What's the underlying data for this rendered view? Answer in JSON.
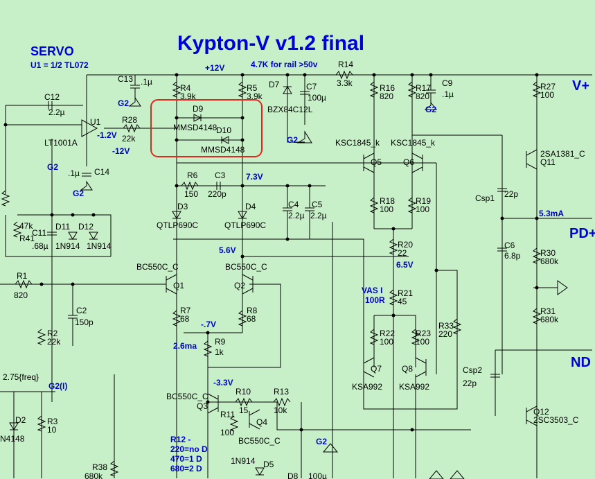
{
  "title": "Kypton-V v1.2 final",
  "servo": {
    "heading": "SERVO",
    "note": "U1 = 1/2 TL072"
  },
  "rails": {
    "plus12": "+12V",
    "minus12": "-12V",
    "vplus": "V+",
    "pd": "PD+",
    "nd": "ND"
  },
  "notes": {
    "rail_hint": "4.7K for rail >50v",
    "vas": [
      "VAS I",
      "100R"
    ],
    "r12": [
      "R12 -",
      "220=no D",
      "470=1 D",
      "680=2 D"
    ]
  },
  "voltages": {
    "v_minus1_2": "-1.2V",
    "v7_3": "7.3V",
    "v5_6": "5.6V",
    "v6_5": "6.5V",
    "v_minus_7": "-.7V",
    "i2_6": "2.6ma",
    "v_minus3_3": "-3.3V",
    "i5_3": "5.3mA"
  },
  "grounds": {
    "label": "G2",
    "g2i": "G2(I)"
  },
  "components": {
    "r4": [
      "R4",
      "3.9k"
    ],
    "r5": [
      "R5",
      "3.9k"
    ],
    "r6": [
      "R6",
      "150"
    ],
    "r7": [
      "R7",
      "68"
    ],
    "r8": [
      "R8",
      "68"
    ],
    "r9": [
      "R9",
      "1k"
    ],
    "r10": [
      "R10",
      "15"
    ],
    "r11": [
      "R11",
      "100"
    ],
    "r13": [
      "R13",
      "10k"
    ],
    "r14": [
      "R14",
      "3.3k"
    ],
    "r16": [
      "R16",
      "820"
    ],
    "r17": [
      "R17",
      "820"
    ],
    "r18": [
      "R18",
      "100"
    ],
    "r19": [
      "R19",
      "100"
    ],
    "r20": [
      "R20",
      "22"
    ],
    "r21": [
      "R21",
      "45"
    ],
    "r22": [
      "R22",
      "100"
    ],
    "r23": [
      "R23",
      "100"
    ],
    "r27": [
      "R27",
      "100"
    ],
    "r28": [
      "R28",
      "22k"
    ],
    "r30": [
      "R30",
      "680k"
    ],
    "r31": [
      "R31",
      "680k"
    ],
    "r33": [
      "R33",
      "220"
    ],
    "r1": [
      "R1",
      "820"
    ],
    "r2": [
      "R2",
      "22k"
    ],
    "r3": [
      "R3",
      "10"
    ],
    "r38": [
      "R38",
      "680k"
    ],
    "r41": [
      "47k",
      "R41"
    ],
    "c2": [
      "C2",
      "150p"
    ],
    "c3": [
      "C3",
      "220p"
    ],
    "c4": [
      "C4",
      "2.2µ"
    ],
    "c5": [
      "C5",
      "2.2µ"
    ],
    "c6": [
      "C6",
      "6.8p"
    ],
    "c7": [
      "C7",
      "100µ"
    ],
    "c9": [
      "C9",
      ".1µ"
    ],
    "c11": [
      "C11",
      ".68µ"
    ],
    "c12": [
      "C12",
      "2.2µ"
    ],
    "c13": [
      "C13",
      ".1µ"
    ],
    "c14": [
      ".1µ",
      "C14"
    ],
    "csp1": [
      "Csp1",
      "22p"
    ],
    "csp2": [
      "Csp2",
      "22p"
    ],
    "freq": "2.75{freq}",
    "c8": [
      "D8",
      "100µ"
    ],
    "d2": [
      "D2",
      "N4148"
    ],
    "d3": [
      "D3",
      "QTLP690C"
    ],
    "d4": [
      "D4",
      "QTLP690C"
    ],
    "d5": [
      "1N914",
      "D5"
    ],
    "d7": [
      "D7",
      "BZX84C12L"
    ],
    "d9": [
      "D9",
      "MMSD4148"
    ],
    "d10": [
      "D10",
      "MMSD4148"
    ],
    "d11": [
      "D11",
      "1N914"
    ],
    "d12": [
      "D12",
      "1N914"
    ],
    "u1": [
      "U1",
      "LT1001A"
    ],
    "q1": [
      "BC550C_C",
      "Q1"
    ],
    "q2": [
      "BC550C_C",
      "Q2"
    ],
    "q3": [
      "BC550C_C",
      "Q3"
    ],
    "q4": [
      "Q4",
      "BC550C_C"
    ],
    "q5": [
      "KSC1845_k",
      "Q5"
    ],
    "q6": [
      "KSC1845_k",
      "Q6"
    ],
    "q7": [
      "Q7",
      "KSA992"
    ],
    "q8": [
      "Q8",
      "KSA992"
    ],
    "q11": [
      "2SA1381_C",
      "Q11"
    ],
    "q12": [
      "Q12",
      "2SC3503_C"
    ]
  },
  "colors": {
    "background": "#c8f0c8",
    "wire": "#000000",
    "label_blue": "#0000cc",
    "highlight": "#e8241c"
  }
}
